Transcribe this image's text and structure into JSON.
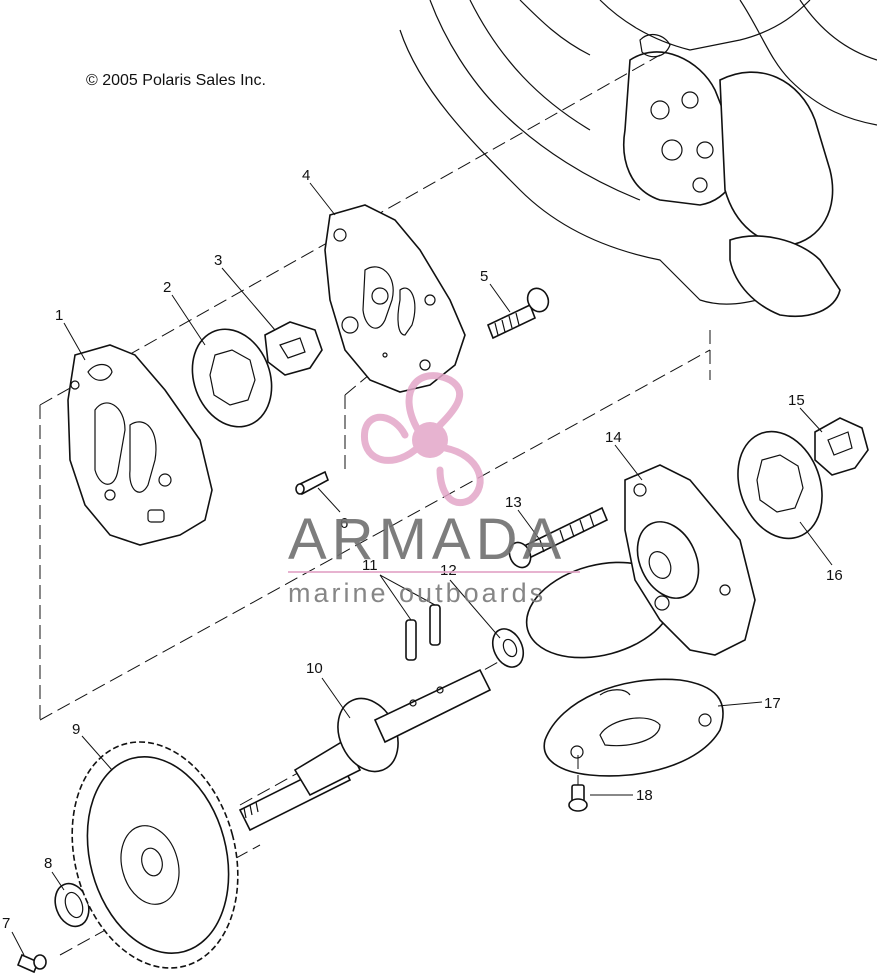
{
  "diagram": {
    "copyright": "© 2005 Polaris Sales Inc.",
    "callouts": [
      {
        "id": "p1",
        "label": "1"
      },
      {
        "id": "p2",
        "label": "2"
      },
      {
        "id": "p3",
        "label": "3"
      },
      {
        "id": "p4",
        "label": "4"
      },
      {
        "id": "p5",
        "label": "5"
      },
      {
        "id": "p6",
        "label": "6"
      },
      {
        "id": "p7",
        "label": "7"
      },
      {
        "id": "p8",
        "label": "8"
      },
      {
        "id": "p9",
        "label": "9"
      },
      {
        "id": "p10",
        "label": "10"
      },
      {
        "id": "p11",
        "label": "11"
      },
      {
        "id": "p12",
        "label": "12"
      },
      {
        "id": "p13",
        "label": "13"
      },
      {
        "id": "p14",
        "label": "14"
      },
      {
        "id": "p15",
        "label": "15"
      },
      {
        "id": "p16",
        "label": "16"
      },
      {
        "id": "p17",
        "label": "17"
      },
      {
        "id": "p18",
        "label": "18"
      }
    ]
  },
  "watermark": {
    "brand": "ARMADA",
    "tagline": "marine outboards",
    "logo_color": "#e3a6c8",
    "text_color": "#6f6f6f"
  }
}
